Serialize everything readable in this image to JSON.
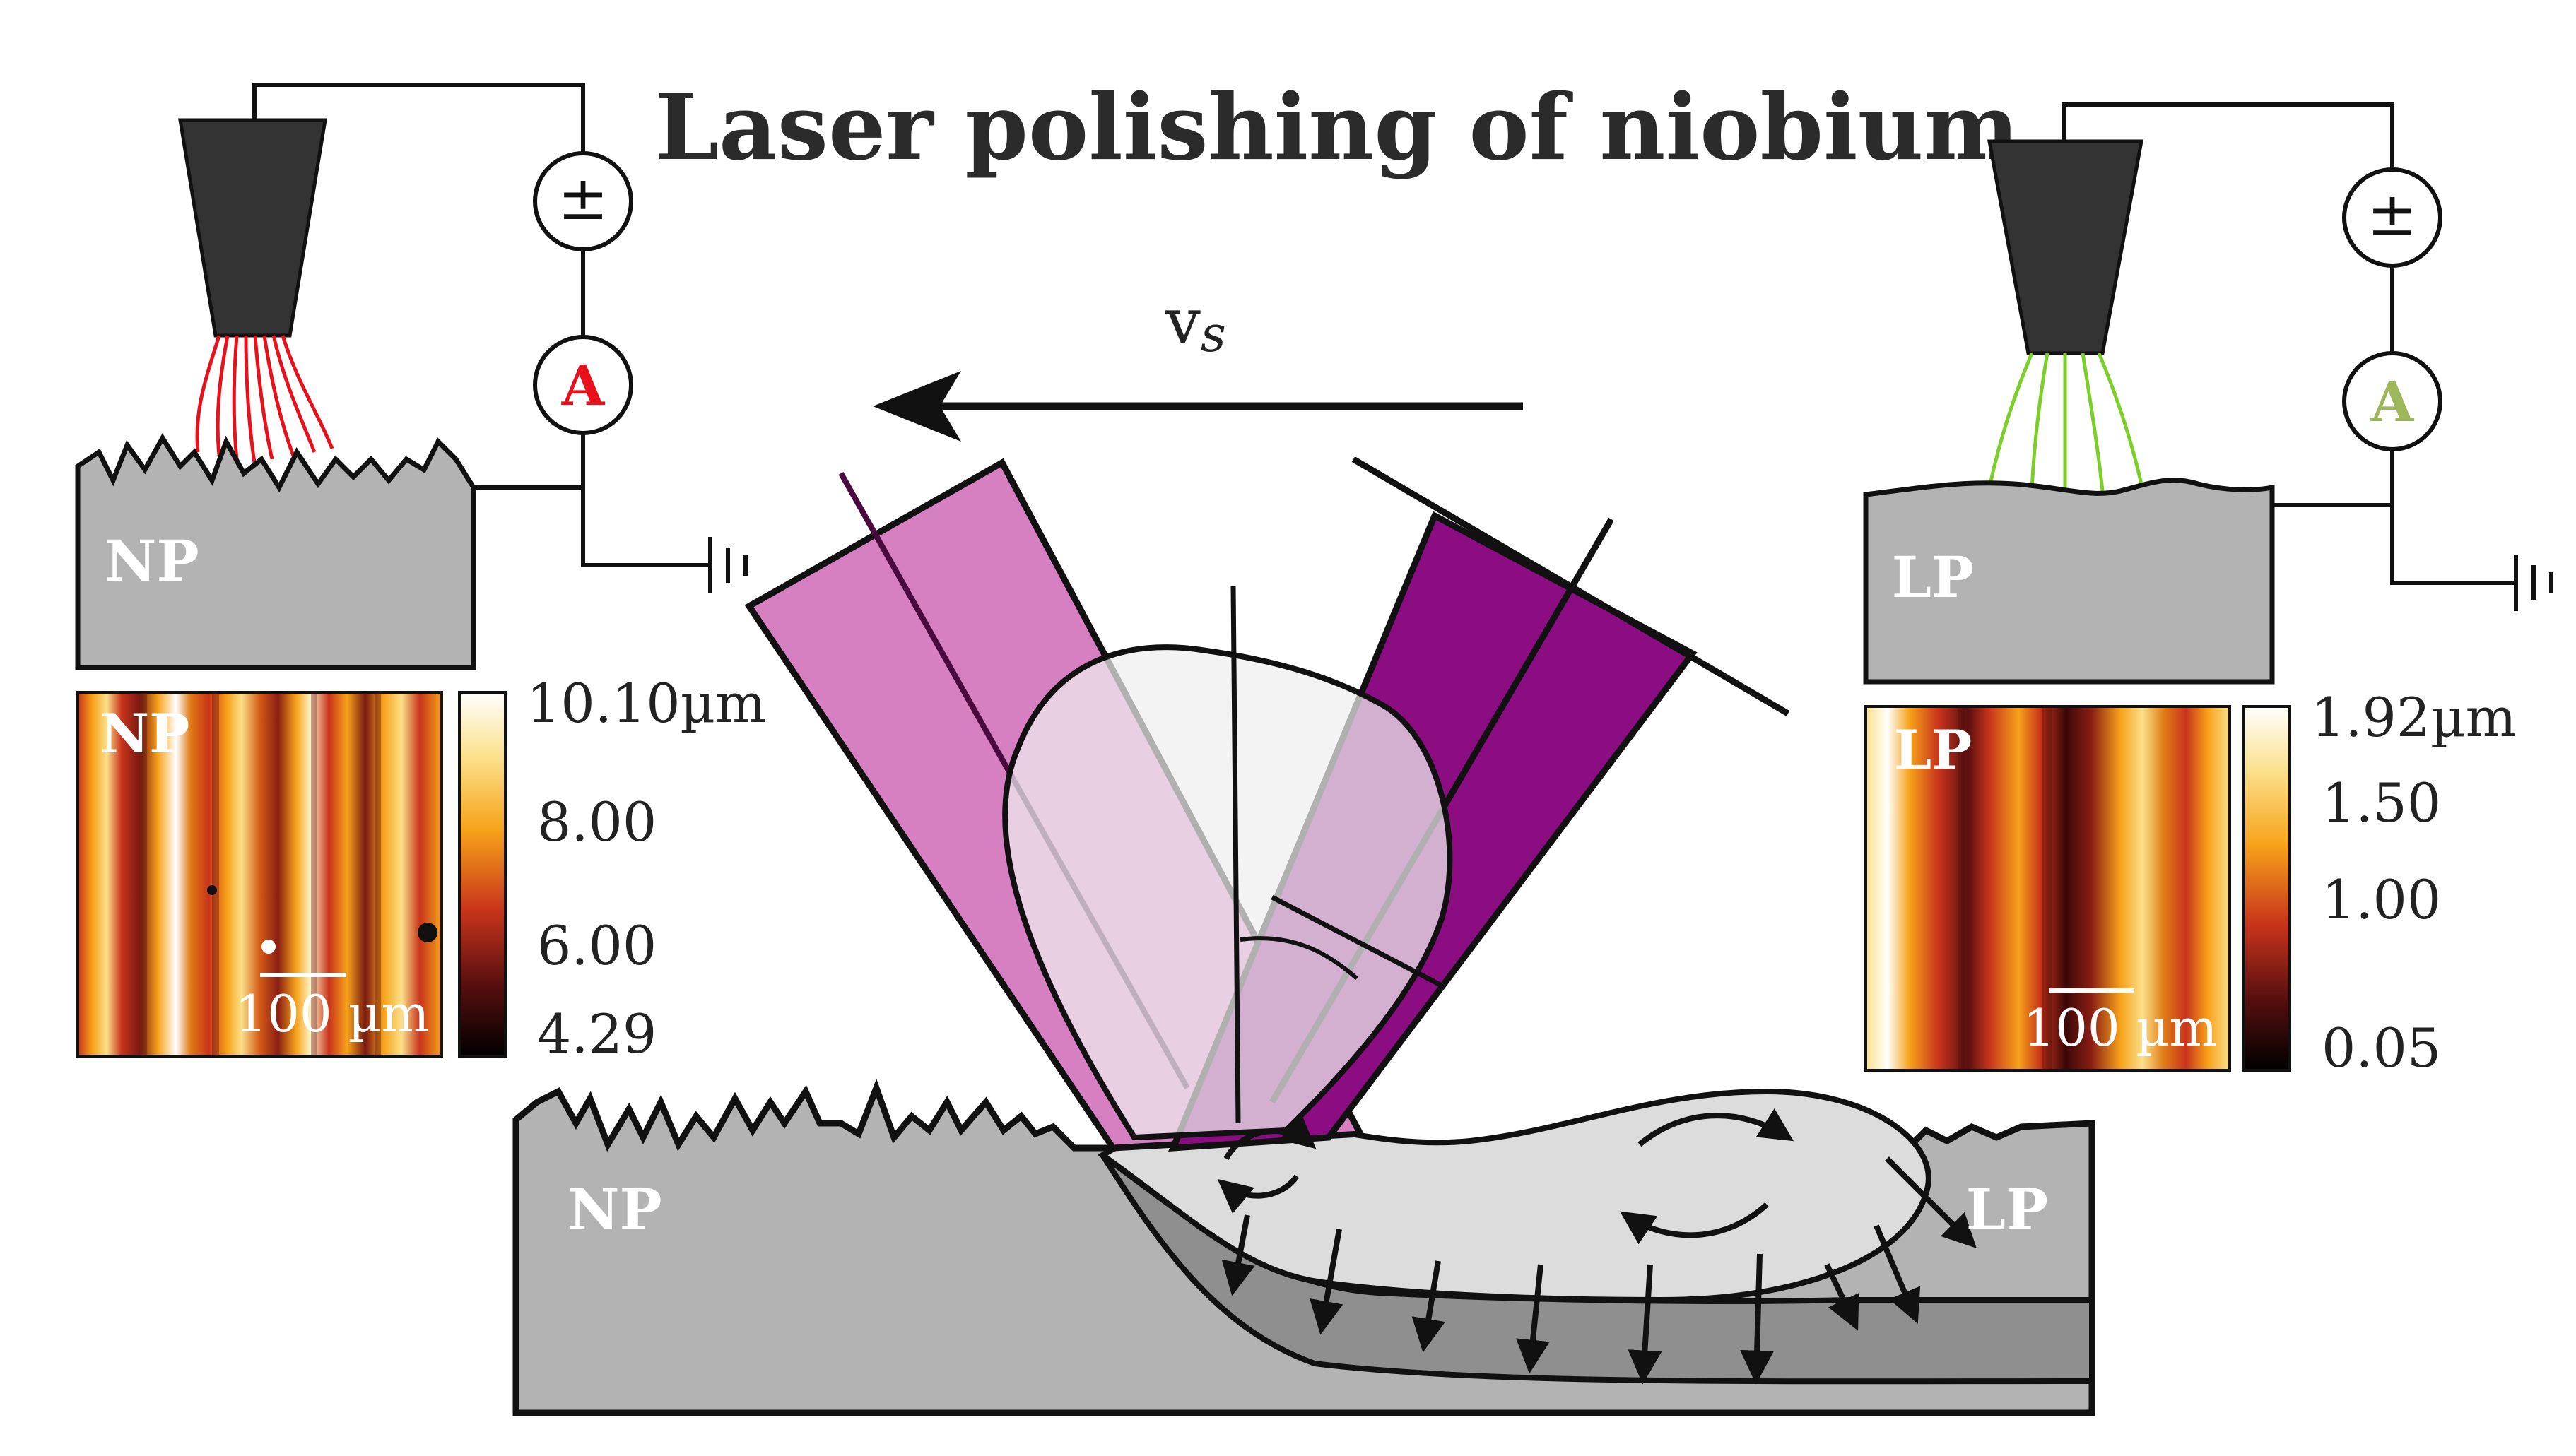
{
  "title": "Laser polishing of niobium",
  "scan_velocity_label": "v",
  "scan_velocity_subscript": "s",
  "colors": {
    "red_field_lines": "#e8101a",
    "green_field_lines": "#7ccf2a",
    "red_ammeter": "#e8101a",
    "green_ammeter": "#9cb85a",
    "laser_light": "#d680c2",
    "laser_dark": "#8c0d82",
    "sample_gray": "#b3b3b3",
    "melt_pool": "#dcdcdc",
    "plasma_plume": "#eeeeee"
  },
  "left_panel": {
    "sample_label": "NP",
    "source_symbol": "±",
    "meter_symbol": "A",
    "afm": {
      "label": "NP",
      "scale_bar": "100 µm",
      "colorbar_ticks": [
        "10.10µm",
        "8.00",
        "6.00",
        "4.29"
      ]
    }
  },
  "right_panel": {
    "sample_label": "LP",
    "source_symbol": "±",
    "meter_symbol": "A",
    "afm": {
      "label": "LP",
      "scale_bar": "100 µm",
      "colorbar_ticks": [
        "1.92µm",
        "1.50",
        "1.00",
        "0.05"
      ]
    }
  },
  "main_sample": {
    "left_label": "NP",
    "right_label": "LP"
  }
}
